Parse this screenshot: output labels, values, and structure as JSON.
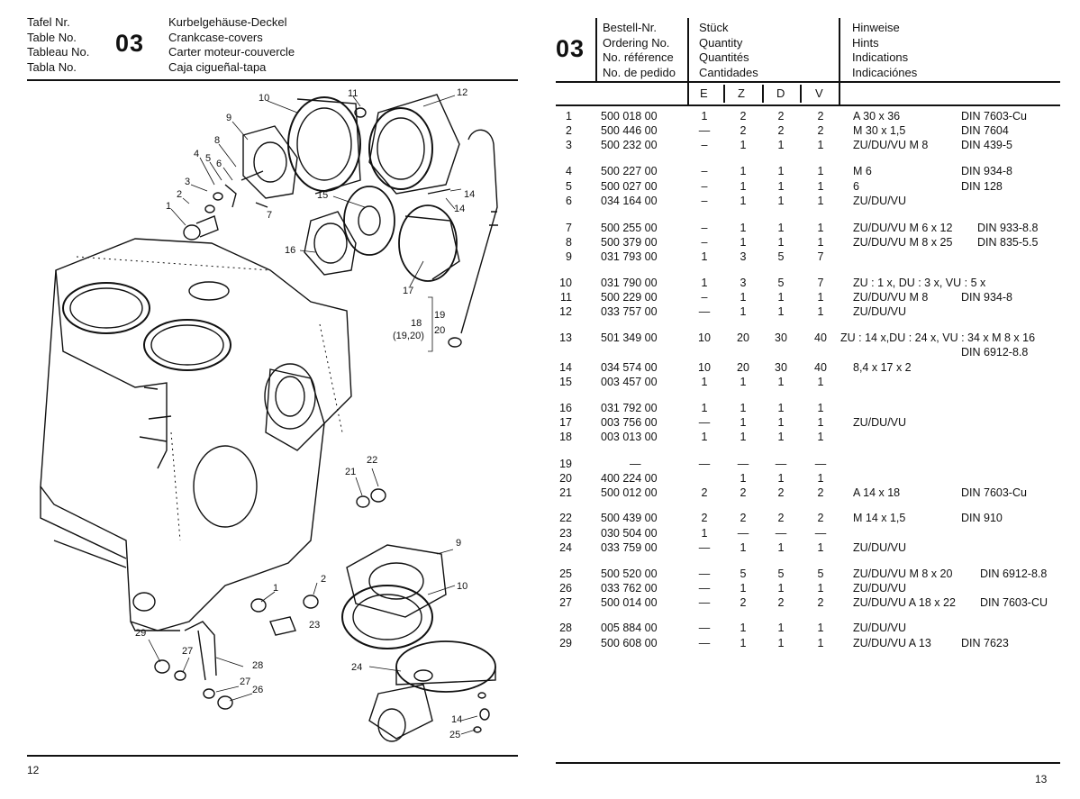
{
  "left_page": {
    "header_labels": [
      "Tafel Nr.",
      "Table No.",
      "Tableau No.",
      "Tabla No."
    ],
    "table_number": "03",
    "titles": [
      "Kurbelgehäuse-Deckel",
      "Crankcase-covers",
      "Carter moteur-couvercle",
      "Caja cigueñal-tapa"
    ],
    "callouts": [
      "1",
      "2",
      "3",
      "4",
      "5",
      "6",
      "7",
      "8",
      "9",
      "10",
      "11",
      "12",
      "14",
      "15",
      "16",
      "17",
      "18",
      "(19,20)",
      "19",
      "20",
      "9",
      "10",
      "1",
      "2",
      "21",
      "22",
      "23",
      "24",
      "26",
      "27",
      "27",
      "28",
      "29",
      "14",
      "25"
    ],
    "page_number": "12"
  },
  "right_page": {
    "table_number": "03",
    "column_heads": {
      "order": [
        "Bestell-Nr.",
        "Ordering No.",
        "No. référence",
        "No. de pedido"
      ],
      "qty": [
        "Stück",
        "Quantity",
        "Quantités",
        "Cantidades"
      ],
      "hints": [
        "Hinweise",
        "Hints",
        "Indications",
        "Indicaciónes"
      ]
    },
    "variants": [
      "E",
      "Z",
      "D",
      "V"
    ],
    "rows": [
      {
        "pos": "1",
        "no": "500 018 00",
        "e": "1",
        "z": "2",
        "d": "2",
        "v": "2",
        "h1": "A 30 x 36",
        "h2": "DIN 7603-Cu"
      },
      {
        "pos": "2",
        "no": "500 446 00",
        "e": "—",
        "z": "2",
        "d": "2",
        "v": "2",
        "h1": "M 30 x 1,5",
        "h2": "DIN 7604"
      },
      {
        "pos": "3",
        "no": "500 232 00",
        "e": "–",
        "z": "1",
        "d": "1",
        "v": "1",
        "h1": "ZU/DU/VU M 8",
        "h2": "DIN 439-5"
      },
      {
        "pos": "4",
        "no": "500 227 00",
        "e": "–",
        "z": "1",
        "d": "1",
        "v": "1",
        "h1": "M 6",
        "h2": "DIN 934-8"
      },
      {
        "pos": "5",
        "no": "500 027 00",
        "e": "–",
        "z": "1",
        "d": "1",
        "v": "1",
        "h1": "6",
        "h2": "DIN 128"
      },
      {
        "pos": "6",
        "no": "034 164 00",
        "e": "–",
        "z": "1",
        "d": "1",
        "v": "1",
        "h1": "ZU/DU/VU",
        "h2": ""
      },
      {
        "pos": "7",
        "no": "500 255 00",
        "e": "–",
        "z": "1",
        "d": "1",
        "v": "1",
        "h1": "ZU/DU/VU M 6 x 12",
        "h2": "DIN 933-8.8"
      },
      {
        "pos": "8",
        "no": "500 379 00",
        "e": "–",
        "z": "1",
        "d": "1",
        "v": "1",
        "h1": "ZU/DU/VU M 8 x 25",
        "h2": "DIN 835-5.5"
      },
      {
        "pos": "9",
        "no": "031 793 00",
        "e": "1",
        "z": "3",
        "d": "5",
        "v": "7",
        "h1": "",
        "h2": ""
      },
      {
        "pos": "10",
        "no": "031 790 00",
        "e": "1",
        "z": "3",
        "d": "5",
        "v": "7",
        "h1": "ZU : 1 x,  DU : 3 x,  VU : 5 x",
        "h2": ""
      },
      {
        "pos": "11",
        "no": "500 229 00",
        "e": "–",
        "z": "1",
        "d": "1",
        "v": "1",
        "h1": "ZU/DU/VU M 8",
        "h2": "DIN 934-8"
      },
      {
        "pos": "12",
        "no": "033 757 00",
        "e": "—",
        "z": "1",
        "d": "1",
        "v": "1",
        "h1": "ZU/DU/VU",
        "h2": ""
      },
      {
        "pos": "13",
        "no": "501 349 00",
        "e": "10",
        "z": "20",
        "d": "30",
        "v": "40",
        "h1": "ZU : 14 x,DU : 24 x, VU : 34 x  M 8 x 16",
        "h2": ""
      },
      {
        "pos": "",
        "no": "",
        "e": "",
        "z": "",
        "d": "",
        "v": "",
        "h1": "",
        "h2": "DIN 6912-8.8"
      },
      {
        "pos": "14",
        "no": "034 574 00",
        "e": "10",
        "z": "20",
        "d": "30",
        "v": "40",
        "h1": "8,4 x 17 x 2",
        "h2": ""
      },
      {
        "pos": "15",
        "no": "003 457 00",
        "e": "1",
        "z": "1",
        "d": "1",
        "v": "1",
        "h1": "",
        "h2": ""
      },
      {
        "pos": "16",
        "no": "031 792 00",
        "e": "1",
        "z": "1",
        "d": "1",
        "v": "1",
        "h1": "",
        "h2": ""
      },
      {
        "pos": "17",
        "no": "003 756 00",
        "e": "—",
        "z": "1",
        "d": "1",
        "v": "1",
        "h1": "ZU/DU/VU",
        "h2": ""
      },
      {
        "pos": "18",
        "no": "003 013 00",
        "e": "1",
        "z": "1",
        "d": "1",
        "v": "1",
        "h1": "",
        "h2": ""
      },
      {
        "pos": "19",
        "no": "—",
        "e": "—",
        "z": "—",
        "d": "—",
        "v": "—",
        "h1": "",
        "h2": ""
      },
      {
        "pos": "20",
        "no": "400 224 00",
        "e": "",
        "z": "1",
        "d": "1",
        "v": "1",
        "h1": "",
        "h2": ""
      },
      {
        "pos": "21",
        "no": "500 012 00",
        "e": "2",
        "z": "2",
        "d": "2",
        "v": "2",
        "h1": "A 14 x 18",
        "h2": "DIN 7603-Cu"
      },
      {
        "pos": "22",
        "no": "500 439 00",
        "e": "2",
        "z": "2",
        "d": "2",
        "v": "2",
        "h1": "M 14 x 1,5",
        "h2": "DIN 910"
      },
      {
        "pos": "23",
        "no": "030 504 00",
        "e": "1",
        "z": "—",
        "d": "—",
        "v": "—",
        "h1": "",
        "h2": ""
      },
      {
        "pos": "24",
        "no": "033 759 00",
        "e": "—",
        "z": "1",
        "d": "1",
        "v": "1",
        "h1": "ZU/DU/VU",
        "h2": ""
      },
      {
        "pos": "25",
        "no": "500 520 00",
        "e": "—",
        "z": "5",
        "d": "5",
        "v": "5",
        "h1": "ZU/DU/VU M 8 x 20",
        "h2": "DIN 6912-8.8"
      },
      {
        "pos": "26",
        "no": "033 762 00",
        "e": "—",
        "z": "1",
        "d": "1",
        "v": "1",
        "h1": "ZU/DU/VU",
        "h2": ""
      },
      {
        "pos": "27",
        "no": "500 014 00",
        "e": "—",
        "z": "2",
        "d": "2",
        "v": "2",
        "h1": "ZU/DU/VU A 18 x 22",
        "h2": "DIN 7603-CU"
      },
      {
        "pos": "28",
        "no": "005 884 00",
        "e": "—",
        "z": "1",
        "d": "1",
        "v": "1",
        "h1": "ZU/DU/VU",
        "h2": ""
      },
      {
        "pos": "29",
        "no": "500 608 00",
        "e": "—",
        "z": "1",
        "d": "1",
        "v": "1",
        "h1": "ZU/DU/VU A 13",
        "h2": "DIN 7623"
      }
    ],
    "page_number": "13"
  }
}
